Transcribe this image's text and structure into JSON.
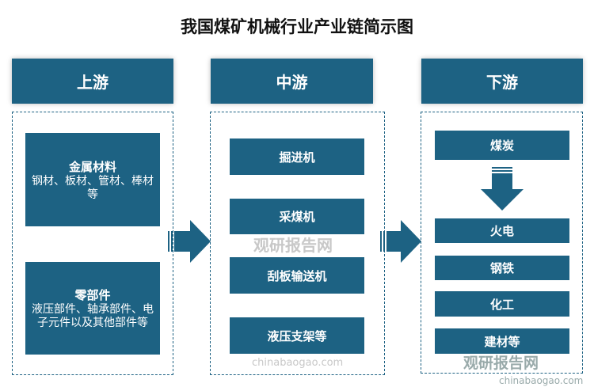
{
  "title": "我国煤矿机械行业产业链简示图",
  "upstream": {
    "header": "上游",
    "items": [
      {
        "title": "金属材料",
        "desc": "钢材、板材、管材、棒材等"
      },
      {
        "title": "零部件",
        "desc": "液压部件、轴承部件、电子元件以及其他部件等"
      }
    ]
  },
  "midstream": {
    "header": "中游",
    "items": [
      "掘进机",
      "采煤机",
      "刮板输送机",
      "液压支架等"
    ]
  },
  "downstream": {
    "header": "下游",
    "source": "煤炭",
    "items": [
      "火电",
      "钢铁",
      "化工",
      "建材等"
    ]
  },
  "watermark": {
    "name": "观研报告网",
    "url": "chinabaogao.com"
  },
  "colors": {
    "primary": "#1d6283"
  }
}
